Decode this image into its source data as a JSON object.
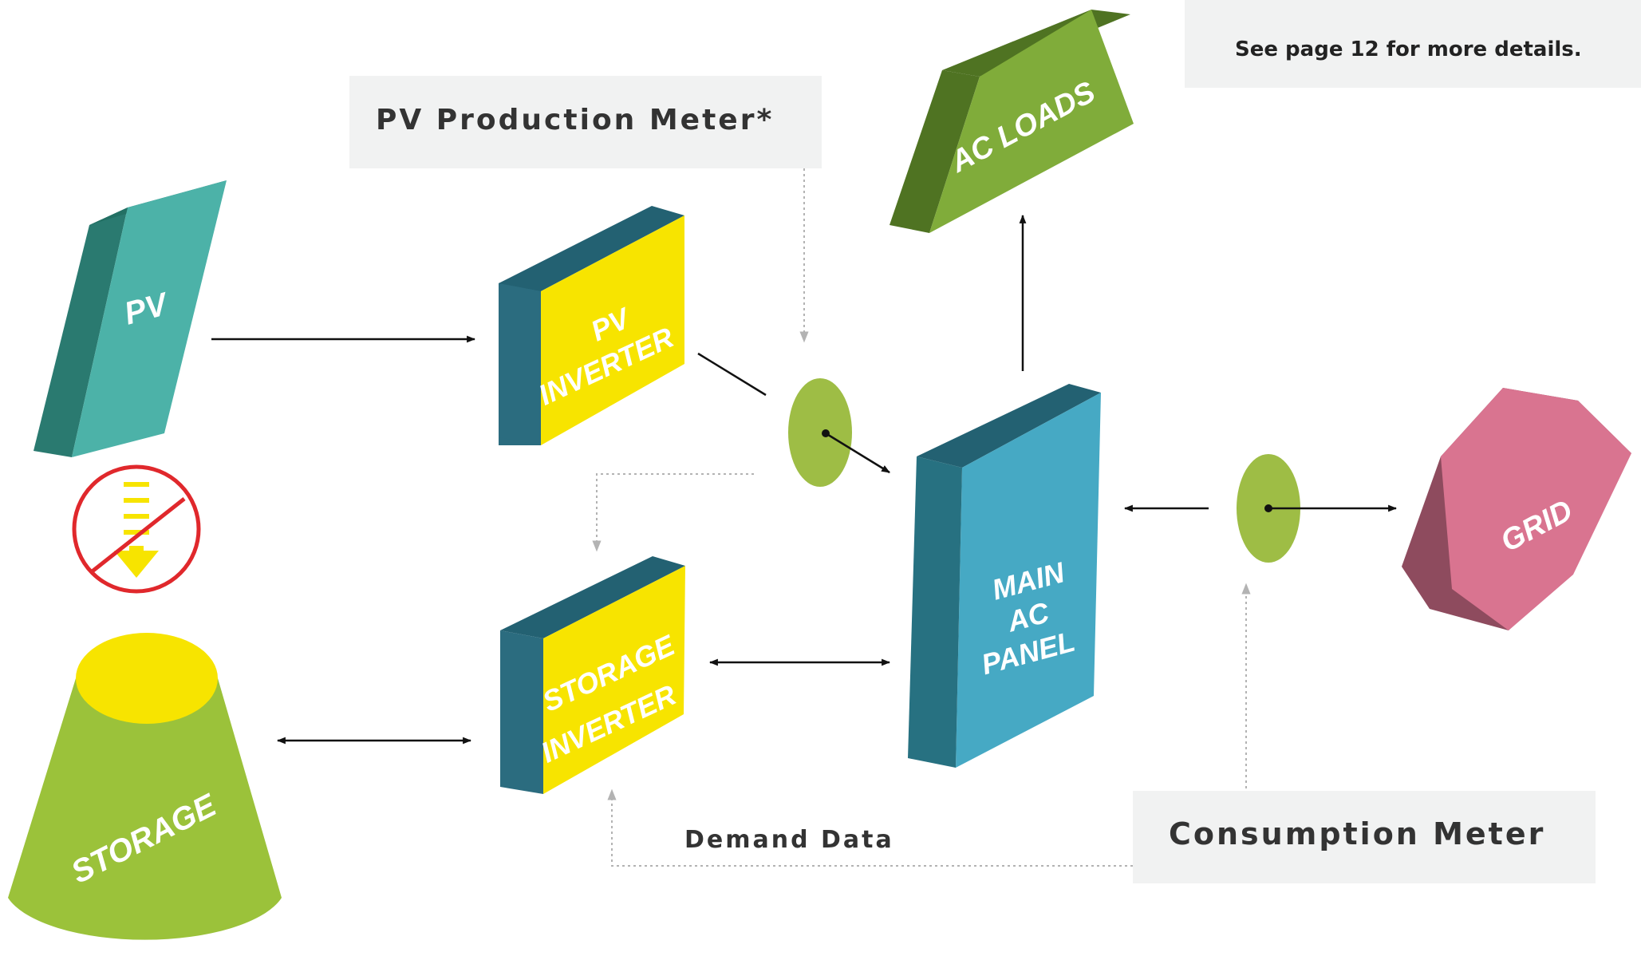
{
  "note": {
    "text": "See page 12 for more details."
  },
  "callouts": {
    "pv_production_meter": "PV Production Meter*",
    "consumption_meter": "Consumption Meter",
    "demand_data": "Demand Data"
  },
  "components": {
    "pv": "PV",
    "pv_inverter": [
      "PV",
      "INVERTER"
    ],
    "storage_inverter": [
      "STORAGE",
      "INVERTER"
    ],
    "main_ac_panel": [
      "MAIN",
      "AC",
      "PANEL"
    ],
    "ac_loads": "AC LOADS",
    "grid": "GRID",
    "storage": "STORAGE"
  },
  "colors": {
    "pv_front": "#4cb2a8",
    "pv_side": "#2a7a70",
    "inverter_front": "#f7e400",
    "inverter_side": "#2b6c7f",
    "panel_front": "#46a9c4",
    "panel_side": "#277181",
    "loads_front": "#80ac3a",
    "loads_side": "#4f7322",
    "grid_front": "#d97490",
    "grid_side": "#8e4b5e",
    "storage_body": "#9bc23a",
    "storage_top": "#f7e400",
    "meter_dot": "#9ebd45",
    "no_sign": "#e0282c",
    "no_sign_arrow": "#f7e400",
    "callout_bg": "#f1f2f2",
    "arrow": "#111111",
    "dotted": "#b3b3b3"
  },
  "icons": {
    "no_charge": "no-charge-from-grid-icon"
  }
}
